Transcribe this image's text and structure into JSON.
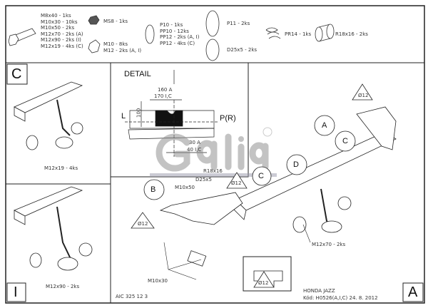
{
  "parts": {
    "bolts": [
      "M8x40 - 1ks",
      "M10x30 - 10ks",
      "M10x50 - 2ks",
      "M12x70 - 2ks (A)",
      "M12x90 - 2ks (I)",
      "M12x19 - 4ks (C)"
    ],
    "nut_ms8": "MS8 - 1ks",
    "nuts": [
      "M10 - 8ks",
      "M12 - 2ks (A, I)"
    ],
    "washers": [
      "P10 - 1ks",
      "PP10 - 12ks",
      "PP12 - 2ks (A, I)",
      "PP12 - 4ks (C)"
    ],
    "p11": "P11 - 2ks",
    "d25": "D25x5 - 2ks",
    "spring": "PR14 - 1ks",
    "sleeve": "R18x16 - 2ks"
  },
  "panel_c": {
    "letter": "C",
    "callout": "M12x19 - 4ks"
  },
  "panel_i": {
    "letter": "I",
    "callout": "M12x90 - 2ks"
  },
  "detail": {
    "title": "DETAIL",
    "dim1": "160 A",
    "dim2": "170 I,C",
    "dim_h": "100",
    "left": "L",
    "right": "P(R)",
    "dim3": "30 A",
    "dim4": "40 I,C"
  },
  "main": {
    "letter": "A",
    "circles": {
      "a": "A",
      "c": "C",
      "d": "D",
      "b": "B",
      "c2": "C"
    },
    "drill": "Ø12",
    "labels": {
      "r18": "R18x16",
      "d25": "D25x5",
      "m10x50": "M10x50",
      "m12x70": "M12x70 - 2ks",
      "m10x30": "M10x30"
    },
    "code": "AIC 325 12 3",
    "car": "HONDA JAZZ",
    "kod": "Kód: H0526(A,I,C)  24. 8. 2012"
  },
  "watermark": "Galia"
}
